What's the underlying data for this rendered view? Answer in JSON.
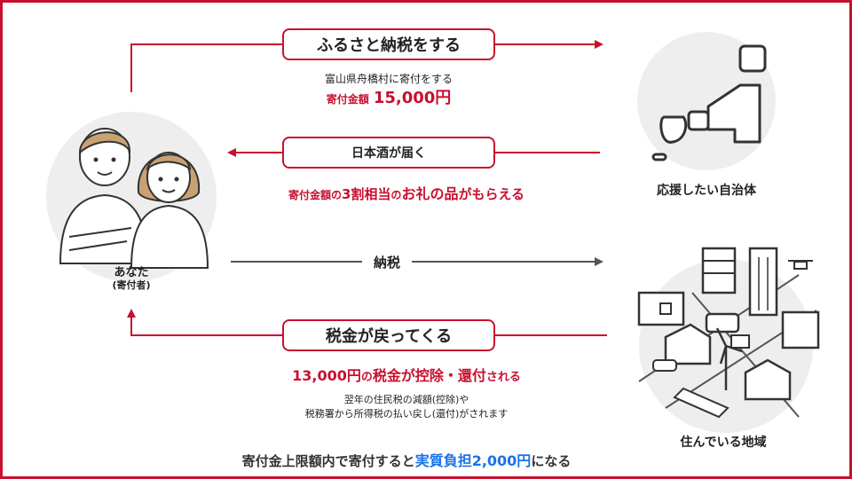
{
  "step1": {
    "label": "ふるさと納税をする",
    "sub": "富山県舟橋村に寄付をする",
    "amount_label": "寄付金額",
    "amount_value": "15,000円"
  },
  "step2": {
    "label": "日本酒が届く",
    "line_a": "寄付金額の",
    "line_b": "3割相当",
    "line_c": "の",
    "line_d": "お礼の品",
    "line_e": "がもらえる"
  },
  "step3": {
    "label": "納税"
  },
  "step4": {
    "label": "税金が戻ってくる",
    "hl_a": "13,000円",
    "hl_b": "の",
    "hl_c": "税金が控除・還付",
    "hl_d": "される",
    "note1": "翌年の住民税の減額(控除)や",
    "note2": "税務署から所得税の払い戻し(還付)がされます"
  },
  "person": {
    "label": "あなた",
    "sub": "(寄付者)"
  },
  "targets": {
    "support": "応援したい自治体",
    "home": "住んでいる地域"
  },
  "footer": {
    "prefix": "寄付金上限額内で寄付すると",
    "highlight": "実質負担2,000円",
    "suffix": "になる"
  },
  "colors": {
    "accent": "#c8102e",
    "highlight_blue": "#1a73e8",
    "circle_bg": "#eeeeee"
  }
}
